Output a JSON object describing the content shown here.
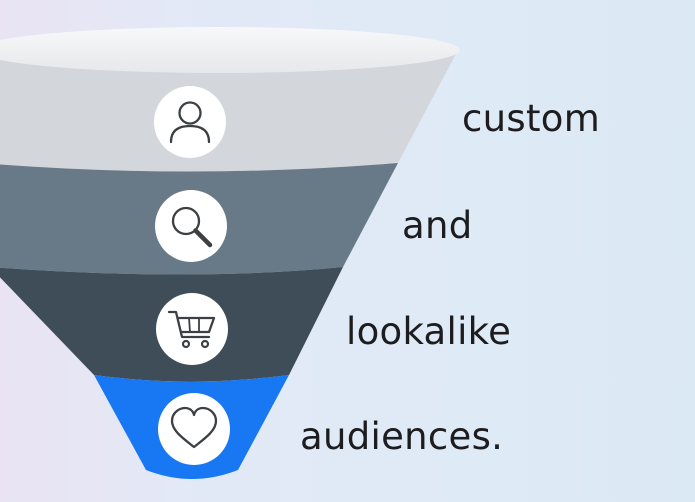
{
  "funnel": {
    "stages": [
      {
        "icon": "person-icon",
        "word": "custom",
        "color": "#d3d6da"
      },
      {
        "icon": "magnifier-icon",
        "word": "and",
        "color": "#687a87"
      },
      {
        "icon": "shopping-cart-icon",
        "word": "lookalike",
        "color": "#3e4d57"
      },
      {
        "icon": "heart-icon",
        "word": "audiences.",
        "color": "#1877f2"
      }
    ],
    "rim_color": "#f2f3f5",
    "icon_circle_color": "#ffffff",
    "icon_stroke_color": "#3c4043"
  }
}
